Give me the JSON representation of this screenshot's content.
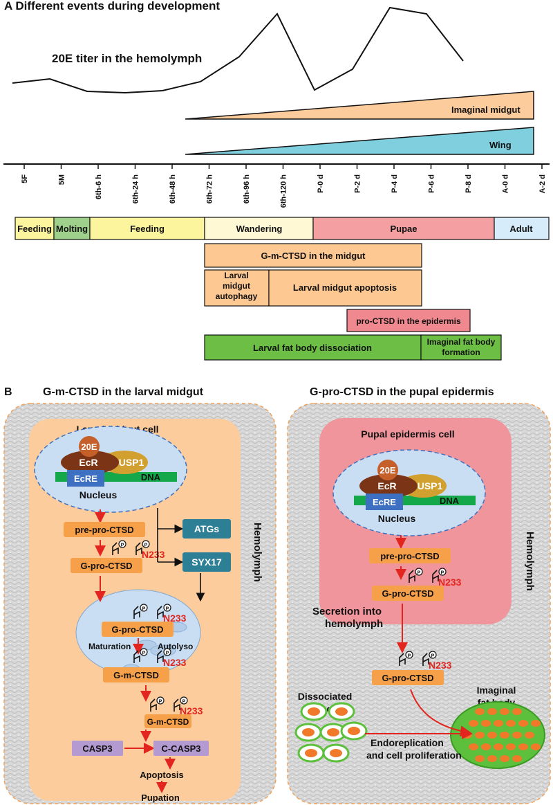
{
  "colors": {
    "feeding": "#fdf49e",
    "molting": "#9fd08b",
    "wandering": "#fef8d4",
    "pupae": "#f4a0a3",
    "adult": "#d6ecfa",
    "orange_box": "#fdc892",
    "green_box": "#6cbf44",
    "pink_box": "#f0888f",
    "midgut_wedge": "#fdcc9c",
    "wing_wedge": "#7fcfdf",
    "cell_orange": "#fdcc9c",
    "cell_pink": "#f0959b",
    "nucleus": "#c9ddf3",
    "atg_box": "#2d7f96",
    "casp_box": "#b39ad1",
    "red_text": "#e2251f",
    "ecr": "#7b3415",
    "usp1": "#d1a02e",
    "ecre": "#3d70c0",
    "dna": "#15a84b",
    "e20": "#c6602b"
  },
  "panelA": {
    "title": "A  Different events during development",
    "titer_label": "20E titer in the hemolymph",
    "midgut_label": "Imaginal midgut",
    "wing_label": "Wing",
    "ticks": [
      "5F",
      "5M",
      "6th-6 h",
      "6th-24 h",
      "6th-48 h",
      "6th-72 h",
      "6th-96 h",
      "6th-120 h",
      "P-0 d",
      "P-2 d",
      "P-4 d",
      "P-6 d",
      "P-8 d",
      "A-0 d",
      "A-2 d"
    ],
    "stages": [
      "Feeding",
      "Molting",
      "Feeding",
      "Wandering",
      "Pupae",
      "Adult"
    ],
    "events": {
      "gm_ctsd": "G-m-CTSD in the midgut",
      "autophagy": "Larval midgut autophagy",
      "apoptosis": "Larval midgut apoptosis",
      "pro_ctsd": "pro-CTSD in the epidermis",
      "fat_dissociation": "Larval fat body dissociation",
      "fat_formation": "Imaginal fat body formation"
    }
  },
  "panelB": {
    "letter": "B",
    "left_title": "G-m-CTSD in the larval midgut",
    "right_title": "G-pro-CTSD in the pupal epidermis",
    "left_cell": "Larval midgut cell",
    "right_cell": "Pupal epidermis cell",
    "e20": "20E",
    "ecr": "EcR",
    "usp1": "USP1",
    "ecre": "EcRE",
    "dna": "DNA",
    "nucleus": "Nucleus",
    "pre_pro": "pre-pro-CTSD",
    "g_pro": "G-pro-CTSD",
    "g_m": "G-m-CTSD",
    "n233": "N233",
    "p_glyph": "P",
    "atgs": "ATGs",
    "syx17": "SYX17",
    "maturation": "Maturation",
    "autolyso": "Autolyso",
    "casp3": "CASP3",
    "ccasp3": "C-CASP3",
    "apoptosis": "Apoptosis",
    "pupation": "Pupation",
    "hemolymph": "Hemolymph",
    "secretion": "Secretion into hemolymph",
    "dissociated": "Dissociated fat body",
    "imaginal_fat": "Imaginal fat body",
    "endoreplication": "Endoreplication and cell proliferation"
  }
}
